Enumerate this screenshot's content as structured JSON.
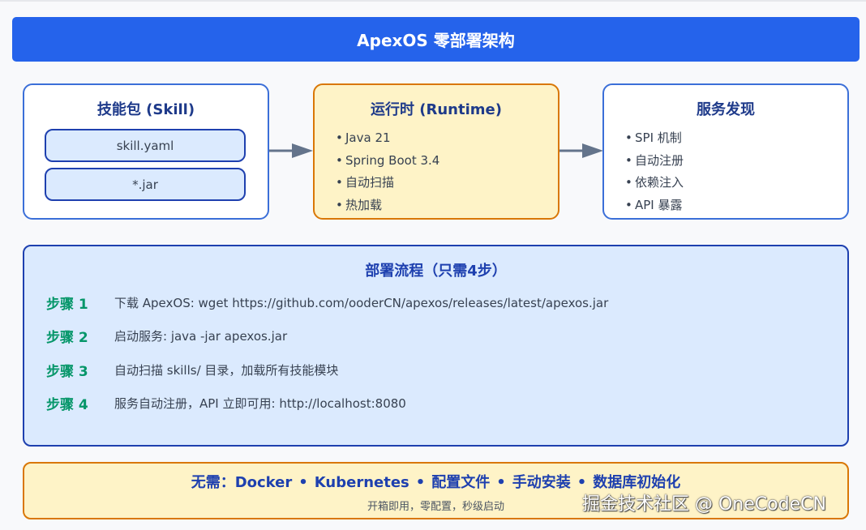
{
  "header": {
    "title": "ApexOS 零部署架构"
  },
  "colors": {
    "header_bg": "#2563eb",
    "blue_border": "#3b6fd8",
    "dark_blue": "#1e40af",
    "title_text": "#1e3a8a",
    "light_blue_fill": "#dbeafe",
    "yellow_fill": "#fef3c7",
    "orange_border": "#d97706",
    "step_green": "#059669",
    "arrow_gray": "#64748b",
    "body_text": "#374151"
  },
  "skill_box": {
    "title": "技能包 (Skill)",
    "items": [
      "skill.yaml",
      "*.jar"
    ]
  },
  "runtime_box": {
    "title": "运行时 (Runtime)",
    "items": [
      "Java 21",
      "Spring Boot 3.4",
      "自动扫描",
      "热加载"
    ]
  },
  "discovery_box": {
    "title": "服务发现",
    "items": [
      "SPI 机制",
      "自动注册",
      "依赖注入",
      "API 暴露"
    ]
  },
  "bullet_glyph": "•",
  "deploy_flow": {
    "title": "部署流程（只需4步）",
    "steps": [
      {
        "label": "步骤 1",
        "text": "下载 ApexOS: wget https://github.com/ooderCN/apexos/releases/latest/apexos.jar"
      },
      {
        "label": "步骤 2",
        "text": "启动服务: java -jar apexos.jar"
      },
      {
        "label": "步骤 3",
        "text": "自动扫描 skills/ 目录，加载所有技能模块"
      },
      {
        "label": "步骤 4",
        "text": "服务自动注册，API 立即可用: http://localhost:8080"
      }
    ]
  },
  "banner": {
    "prefix": "无需：",
    "items": [
      "Docker",
      "Kubernetes",
      "配置文件",
      "手动安装",
      "数据库初始化"
    ],
    "separator": "•",
    "subtitle": "开箱即用，零配置，秒级启动"
  },
  "watermark": "掘金技术社区 @ OneCodeCN"
}
